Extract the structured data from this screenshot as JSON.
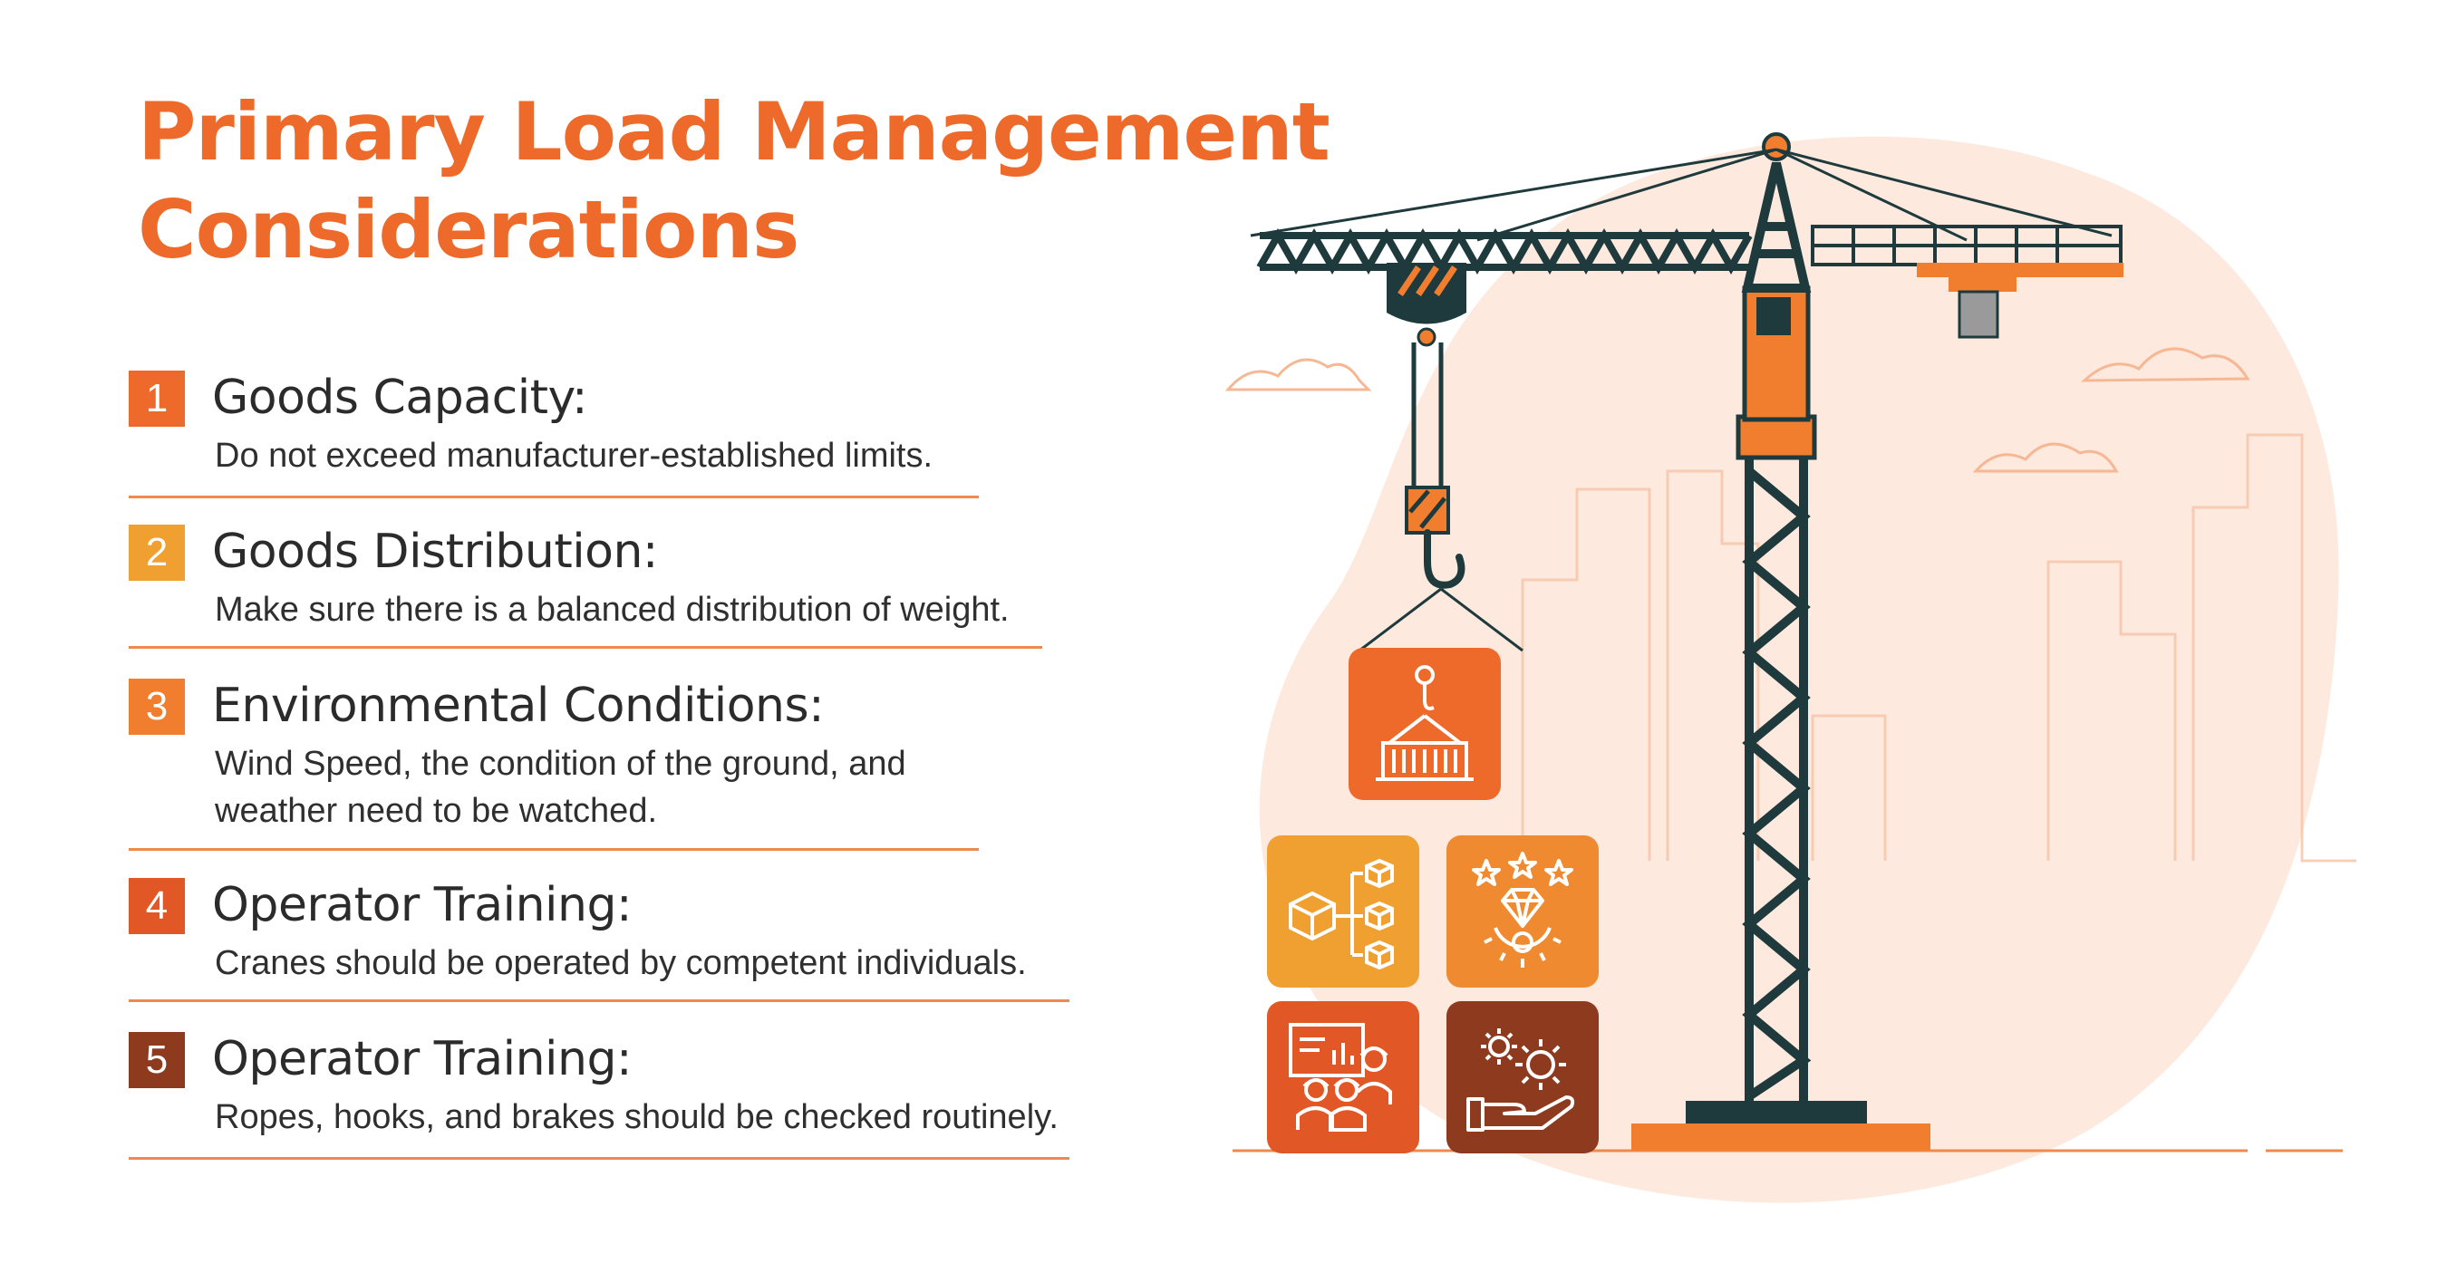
{
  "title": {
    "line1": "Primary Load Management",
    "line2": "Considerations"
  },
  "items": [
    {
      "num": "1",
      "title": "Goods Capacity:",
      "desc": "Do not exceed manufacturer-established limits.",
      "color": "#EE6A2A"
    },
    {
      "num": "2",
      "title": "Goods Distribution:",
      "desc": "Make sure there is a balanced distribution of weight.",
      "color": "#F0A030"
    },
    {
      "num": "3",
      "title": "Environmental Conditions:",
      "desc": "Wind Speed, the condition of the ground, and\nweather need to be watched.",
      "color": "#F07E2E"
    },
    {
      "num": "4",
      "title": "Operator Training:",
      "desc": "Cranes should be operated by competent individuals.",
      "color": "#E25726"
    },
    {
      "num": "5",
      "title": "Operator Training:",
      "desc": "Ropes, hooks, and brakes should be checked routinely.",
      "color": "#8E3A1E"
    }
  ],
  "colors": {
    "accent": "#EE6A2A",
    "crane_dark": "#1F3A3D",
    "crane_orange": "#F07E2E",
    "blob": "#FDE9DE"
  },
  "icons": {
    "hanging_box": "container-hook-icon",
    "tile1": "boxes-distribution-icon",
    "tile2": "diamond-gear-stars-icon",
    "tile3": "workers-board-icon",
    "tile4": "hand-gears-icon"
  }
}
